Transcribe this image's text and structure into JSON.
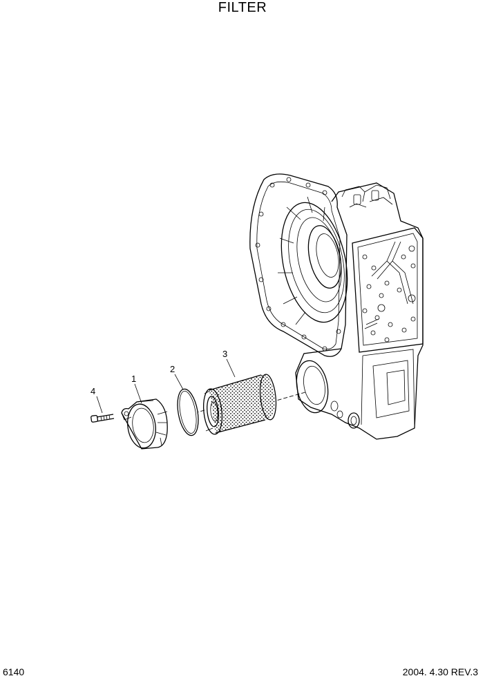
{
  "header": {
    "title": "FILTER"
  },
  "footer": {
    "page_code": "6140",
    "revision": "2004. 4.30 REV.3"
  },
  "callouts": [
    {
      "number": "1",
      "part": "filter-cover"
    },
    {
      "number": "2",
      "part": "o-ring"
    },
    {
      "number": "3",
      "part": "filter-element"
    },
    {
      "number": "4",
      "part": "bolt"
    }
  ]
}
